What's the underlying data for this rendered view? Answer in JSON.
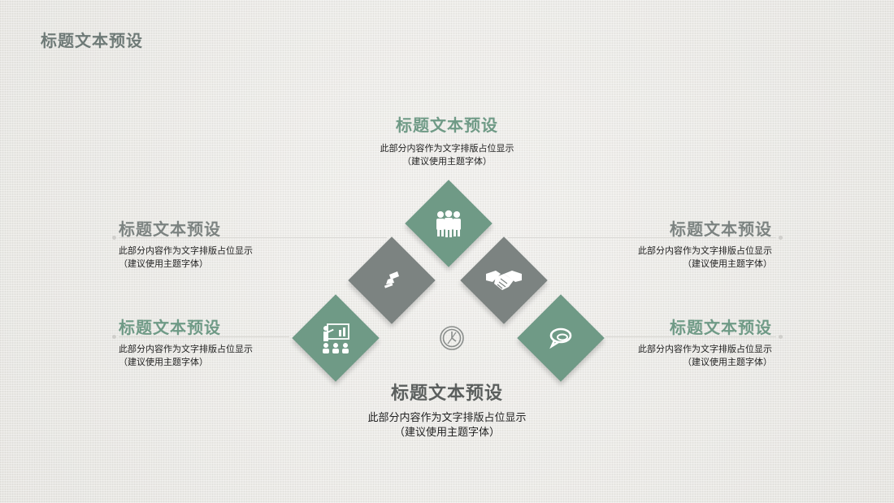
{
  "page": {
    "title": "标题文本预设"
  },
  "top_block": {
    "heading": "标题文本预设",
    "line1": "此部分内容作为文字排版占位显示",
    "line2": "（建议使用主题字体）"
  },
  "left_upper": {
    "heading": "标题文本预设",
    "line1": "此部分内容作为文字排版占位显示",
    "line2": "（建议使用主题字体）"
  },
  "left_lower": {
    "heading": "标题文本预设",
    "line1": "此部分内容作为文字排版占位显示",
    "line2": "（建议使用主题字体）"
  },
  "right_upper": {
    "heading": "标题文本预设",
    "line1": "此部分内容作为文字排版占位显示",
    "line2": "（建议使用主题字体）"
  },
  "right_lower": {
    "heading": "标题文本预设",
    "line1": "此部分内容作为文字排版占位显示",
    "line2": "（建议使用主题字体）"
  },
  "bottom_block": {
    "heading": "标题文本预设",
    "line1": "此部分内容作为文字排版占位显示",
    "line2": "（建议使用主题字体）"
  },
  "icons": [
    "team-icon",
    "marker-icon",
    "handshake-icon",
    "presentation-icon",
    "clock-icon",
    "chat-icon"
  ],
  "colors": {
    "green": "#6f9a86",
    "grey": "#7c8381",
    "dark_text": "#5b5f5e"
  }
}
